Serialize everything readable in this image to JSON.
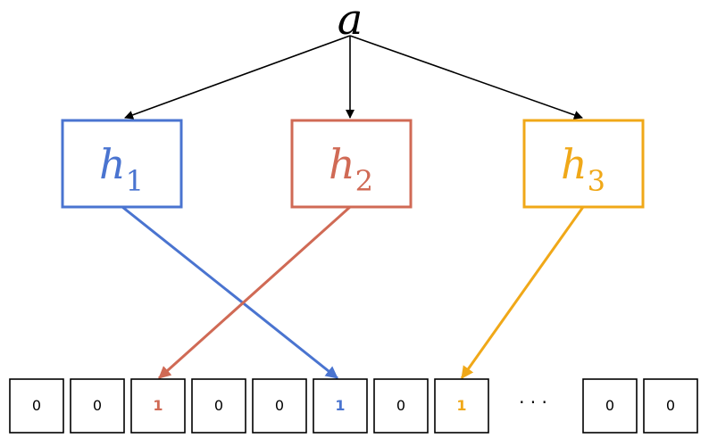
{
  "source_node": {
    "label": "a"
  },
  "hash_functions": [
    {
      "letter": "h",
      "subscript": "1",
      "color": "#4a74d0",
      "target_cell": 5
    },
    {
      "letter": "h",
      "subscript": "2",
      "color": "#d06a55",
      "target_cell": 2
    },
    {
      "letter": "h",
      "subscript": "3",
      "color": "#f0a818",
      "target_cell": 7
    }
  ],
  "bit_array": {
    "cells": [
      "0",
      "0",
      "1",
      "0",
      "0",
      "1",
      "0",
      "1",
      "0",
      "0"
    ],
    "cell_colors": [
      "#000000",
      "#000000",
      "#d06a55",
      "#000000",
      "#000000",
      "#4a74d0",
      "#000000",
      "#f0a818",
      "#000000",
      "#000000"
    ],
    "ellipsis": "· · ·"
  }
}
